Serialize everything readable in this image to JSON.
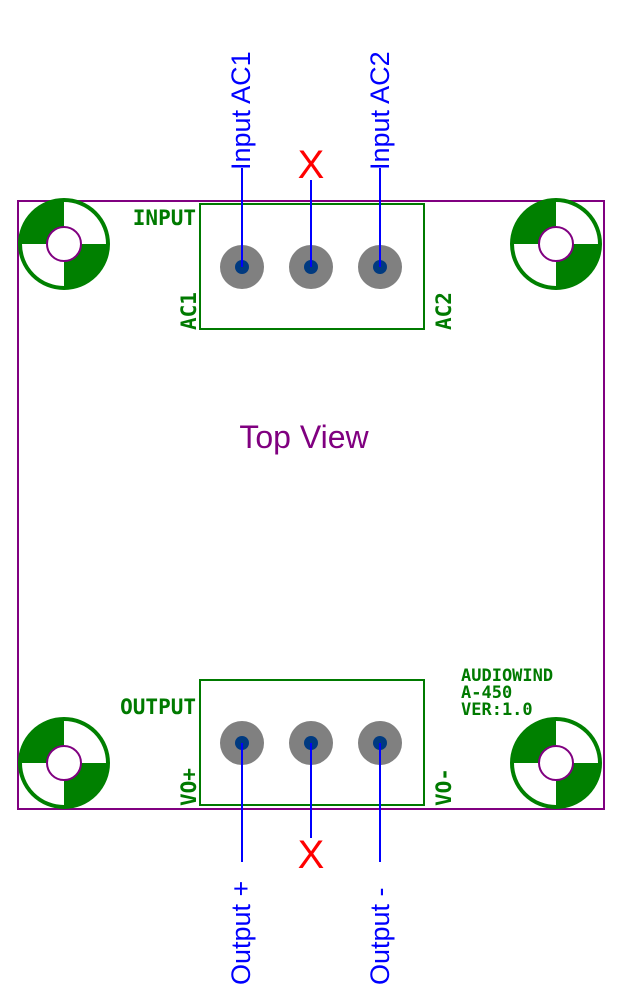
{
  "board": {
    "title": "Top View",
    "brand": "AUDIOWIND",
    "model": "A-450",
    "version": "VER:1.0"
  },
  "input": {
    "connector_label": "INPUT",
    "pin_left_label": "AC1",
    "pin_right_label": "AC2",
    "wire_left_label": "Input AC1",
    "wire_right_label": "Input AC2",
    "nc_label": "X"
  },
  "output": {
    "connector_label": "OUTPUT",
    "pin_left_label": "VO+",
    "pin_right_label": "VO-",
    "wire_left_label": "Output +",
    "wire_right_label": "Output -",
    "nc_label": "X"
  },
  "colors": {
    "outline": "#800080",
    "silkscreen": "#007a00",
    "mount_fill": "#008000",
    "pad": "#808080",
    "pad_hole": "#003a80",
    "wire": "#0000ff",
    "nc": "#ff0000"
  }
}
